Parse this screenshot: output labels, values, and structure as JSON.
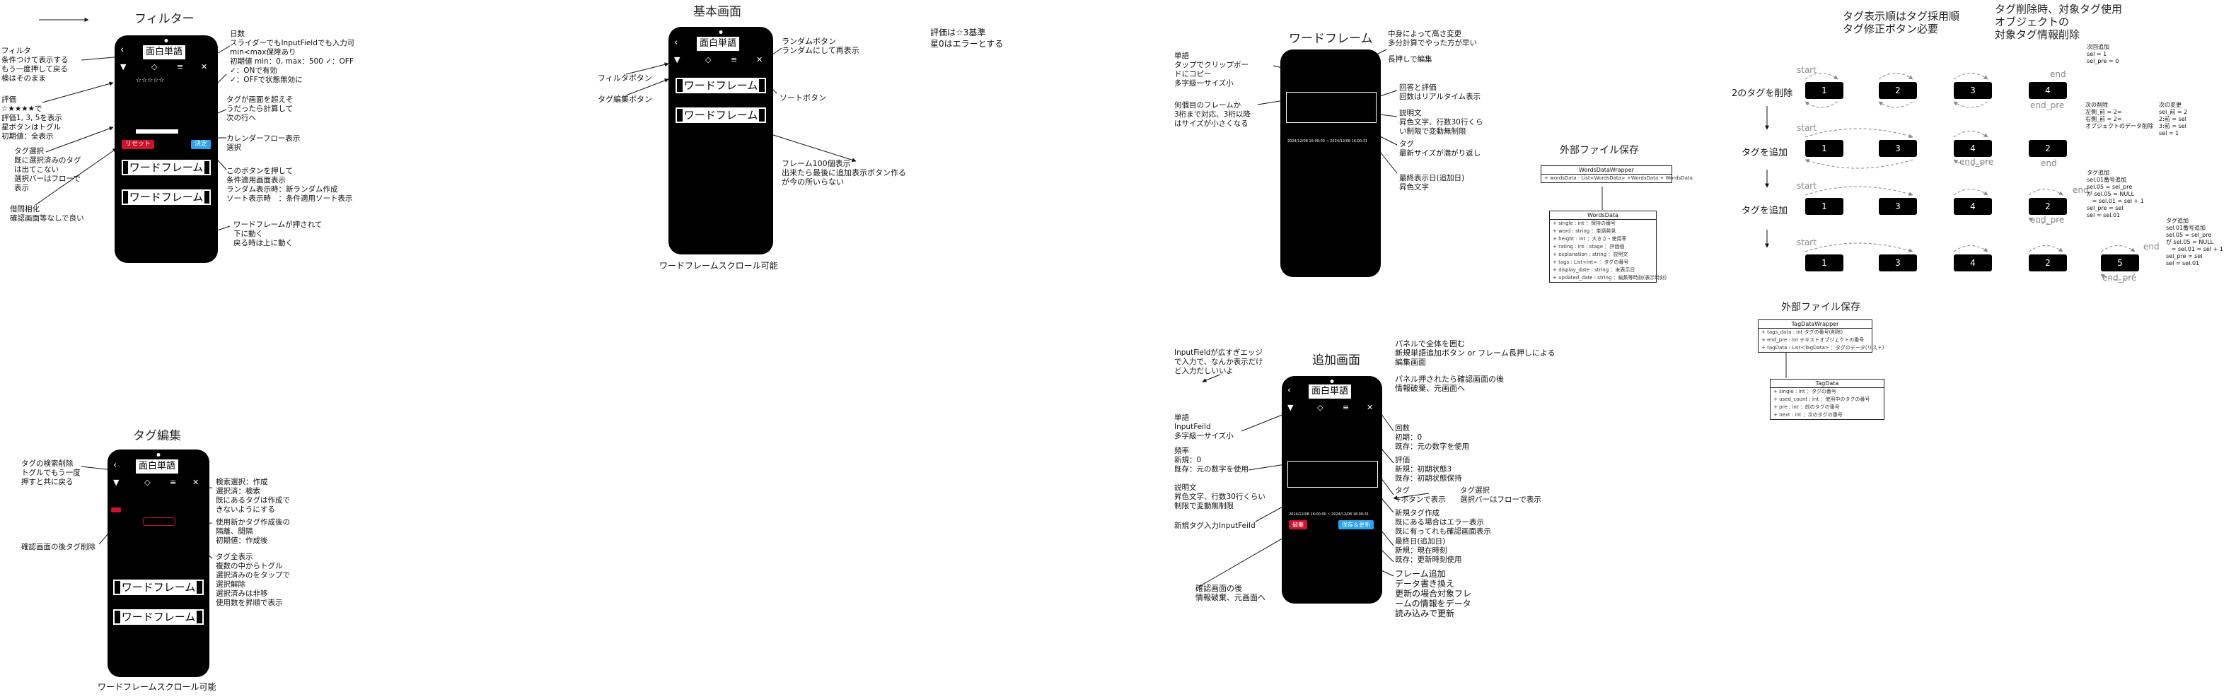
{
  "filter": {
    "title": "フィルター",
    "phone_title": "面白単語",
    "stars": "☆☆☆☆☆",
    "reset": "リセット",
    "ok": "決定",
    "wf1": "ワードフレーム",
    "wf2": "ワードフレーム",
    "notes": {
      "n1": "日数\nスライダーでもInputFieldでも入力可\nmin<max保障あり\n初期値 min：0, max：500 ✓：OFF\n✓：ONで有効\n✓：OFFで状態無効に",
      "n2": "フィルタ\n条件つけて表示する\nもう一度押して戻る\n検はそのまま",
      "n3": "評価\n☆★★★★で\n評価1, 3, 5を表示\n星ボタンはトグル\n初期値：全表示",
      "n4": "タグ選択\n既に選択済みのタグ\nは出てこない\n選択バーはフローで\n表示",
      "n5": "タグが画面を超えそ\nうだったら計算して\n次の行へ",
      "n6": "カレンダーフロー表示\n選択",
      "n7": "このボタンを押して\n条件適用画面表示\nランダム表示時：新ランダム作成\nソート表示時　：条件適用ソート表示",
      "n8": "借問相化\n確認画面等なしで良い",
      "n9": "ワードフレームが押されて\n下に動く\n戻る時は上に動く"
    }
  },
  "basic": {
    "title": "基本画面",
    "phone_title": "面白単語",
    "wf1": "ワードフレーム",
    "wf2": "ワードフレーム",
    "caption": "ワードフレームスクロール可能",
    "notes": {
      "n1": "ランダムボタン\nランダムにして再表示",
      "n2": "ソートボタン",
      "n3": "フィルタボタン",
      "n4": "タグ編集ボタン",
      "n5": "フレーム100個表示\n出来たら最後に追加表示ボタン作る\nが今の所いらない",
      "n6": "評価は☆3基準\n星0はエラーとする"
    }
  },
  "tagedit": {
    "title": "タグ編集",
    "phone_title": "面白単語",
    "wf1": "ワードフレーム",
    "wf2": "ワードフレーム",
    "caption": "ワードフレームスクロール可能",
    "notes": {
      "n1": "タグの検索削除\nトグルでもう一度\n押すと共に戻る",
      "n2": "確認画面の後タグ削除",
      "n3": "検索選択：作成\n選択済：検索\n既にあるタグは作成で\nきないようにする",
      "n4": "使用新かタグ作成後の\n隔離、間隔\n初期値：作成後",
      "n5": "タグ全表示\n複数の中からトグル\n選択済みのをタップで\n選択解除\n選択済みは非移\n使用数を昇順で表示"
    }
  },
  "wordframe": {
    "title": "ワードフレーム",
    "timestamp": "2024/12/08 16:00:00 ~ 2024/12/08 16:00:31",
    "notes": {
      "n1": "中身によって高さ変更\n多分計算でやった方が早い",
      "n2": "長押しで編集",
      "n3": "単語\nタップでクリップボー\nドにコピー\n多字級一サイズ小",
      "n4": "何個目のフレームか\n3桁まで対応、3桁以降\nはサイズが小さくなる",
      "n5": "回答と評価\n回数はリアルタイム表示",
      "n6": "説明文\n昇色文字、行数30行くら\nい制限で変動無制限",
      "n7": "タグ\n最新サイズが満がり返し",
      "n8": "最終表示日(追加日)\n昇色文字"
    }
  },
  "extfile1": {
    "title": "外部ファイル保存",
    "box1_title": "WordsDataWrapper",
    "box1_row": "+ wordsData : List<WordsData>     +WordsData + WordsData",
    "box2_title": "WordsData",
    "box2_rows": [
      "+ single : int    ：保持の番号",
      "+ word : string   ：単語発見",
      "+ height : int    ：大きさ・使用率",
      "+ rating : int : stage  ：評価値",
      "+ explanation : string  ：説明文",
      "+ tags : List<int>  ：タグの番号",
      "+ display_date : string ：未表示日",
      "+ updated_date : string ：編集等時刻(表示時刻)"
    ]
  },
  "add": {
    "title": "追加画面",
    "phone_title": "面白単語",
    "timestamp": "2024/12/08 16:00:00 ~ 2024/12/08 16:00:31",
    "cancel": "破棄",
    "save": "保存＆更新",
    "notes": {
      "n1": "パネルで全体を囲む\n新規単語追加ボタン or フレーム長押しによる\n編集画面",
      "n2": "パネル押されたら確認画面の後\n情報破棄、元画面へ",
      "n3": "InputFieldが広すぎエッジ\nで入力で、なんか表示だけ\nど入力だしいいよ",
      "n4": "単語\nInputFeild\n多字級一サイズ小",
      "n5": "回数\n初期：0\n既存：元の数字を使用",
      "n6": "評価\n新規：初期状態3\n既存：初期状態保持",
      "n7": "頻率\n新規：0\n既存：元の数字を使用",
      "n8": "説明文\n昇色文字、行数30行くらい\n制限で変動無制限",
      "n9": "タグ\n+ボタンで表示",
      "n10": "タグ選択\n選択バーはフローで表示",
      "n11": "新規タグ入力InputFeild",
      "n12": "新規タグ作成\n既にある場合はエラー表示\n既に有ってれも確認画面表示",
      "n13": "最終日(追加日)\n新規：現在時刻\n既存：更新時刻使用",
      "n14": "フレーム追加\nデータ書き換え\n更新の場合対象フレ\nームの情報をデータ\n読み込みで更新",
      "n15": "確認画面の後\n情報破棄、元画面へ"
    }
  },
  "graph": {
    "title1": "タグ表示順はタグ採用順",
    "title2": "タグ修正ボタン必要",
    "title3": "タグ削除時、対象タグ使用",
    "title4": "オブジェクトの",
    "title5": "対象タグ情報削除",
    "row_labels": [
      "2のタグを削除",
      "タグを追加",
      "タグを追加"
    ],
    "start": "start",
    "end": "end",
    "end_pre": "end_pre",
    "rows": [
      [
        "1",
        "2",
        "3",
        "4"
      ],
      [
        "1",
        "3",
        "4",
        "2"
      ],
      [
        "1",
        "3",
        "4",
        "2"
      ],
      [
        "1",
        "3",
        "4",
        "2",
        "5"
      ]
    ],
    "codes": [
      "次回追加\nsel = 1\nsel_pre = 0",
      "次の削除\n左側_前 = 2=\n右側_前 = 2=\nオブジェクトのデータ削除",
      "次の変更\nsel_前 = 2\n2:前 = sel\n3:前 = sel\nsel = 1",
      "タグ追加\nsel.01番号追加\nsel.05 = sel_pre\nが sel.05 = NULL\n   = sel.01 = sel + 1\nsel_pre = sel\nsel = sel.01",
      "タグ追加\nsel.01番号追加\nsel.05 = sel_pre\nが sel.05 = NULL\n   = sel.01 = sel + 1\nsel_pre = sel\nsel = sel.01"
    ]
  },
  "extfile2": {
    "title": "外部ファイル保存",
    "box1_title": "TagDataWrapper",
    "box1_rows": [
      "+ tags_data : int    タグの番号(削除)",
      "+ end_pre : int    テキストオブジェクトの番号",
      "+ tagData : List<TagData>   ：タグのデータ(リスト)"
    ],
    "box2_title": "TagData",
    "box2_rows": [
      "+ single : int    ：タグの番号",
      "+ used_count : int ：使用中のタグの番号",
      "+ pre : int   ：前のタグの番号",
      "+ next : int   ：次のタグの番号"
    ]
  }
}
